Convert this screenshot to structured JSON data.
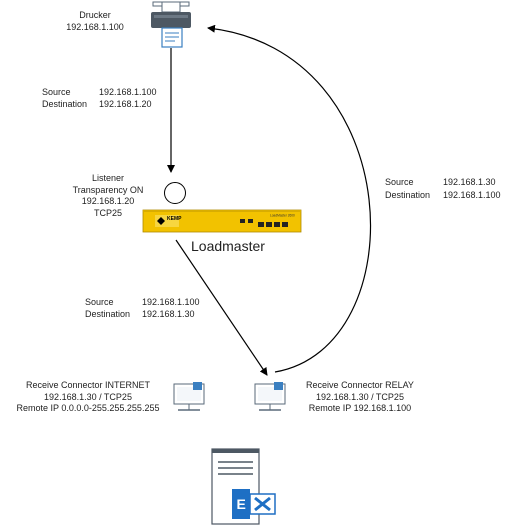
{
  "printer": {
    "name": "Drucker",
    "ip": "192.168.1.100"
  },
  "flow1": {
    "source_label": "Source",
    "source_ip": "192.168.1.100",
    "dest_label": "Destination",
    "dest_ip": "192.168.1.20"
  },
  "listener": {
    "line1": "Listener",
    "line2": "Transparency ON",
    "line3": "192.168.1.20",
    "line4": "TCP25"
  },
  "loadmaster": {
    "label": "Loadmaster",
    "logo_text": "KEMP",
    "model": "LoadMaster 2600"
  },
  "flow2": {
    "source_label": "Source",
    "source_ip": "192.168.1.100",
    "dest_label": "Destination",
    "dest_ip": "192.168.1.30"
  },
  "flow3": {
    "source_label": "Source",
    "source_ip": "192.168.1.30",
    "dest_label": "Destination",
    "dest_ip": "192.168.1.100"
  },
  "connector_internet": {
    "line1": "Receive Connector INTERNET",
    "line2": "192.168.1.30 / TCP25",
    "line3": "Remote IP 0.0.0.0-255.255.255.255"
  },
  "connector_relay": {
    "line1": "Receive Connector RELAY",
    "line2": "192.168.1.30 / TCP25",
    "line3": "Remote IP 192.168.1.100"
  },
  "exchange": {
    "logo_letter": "E"
  },
  "colors": {
    "arrow": "#000000",
    "kemp_yellow": "#f2c200",
    "icon_blue": "#3a7fc0",
    "exchange_blue": "#1e6fc4"
  }
}
